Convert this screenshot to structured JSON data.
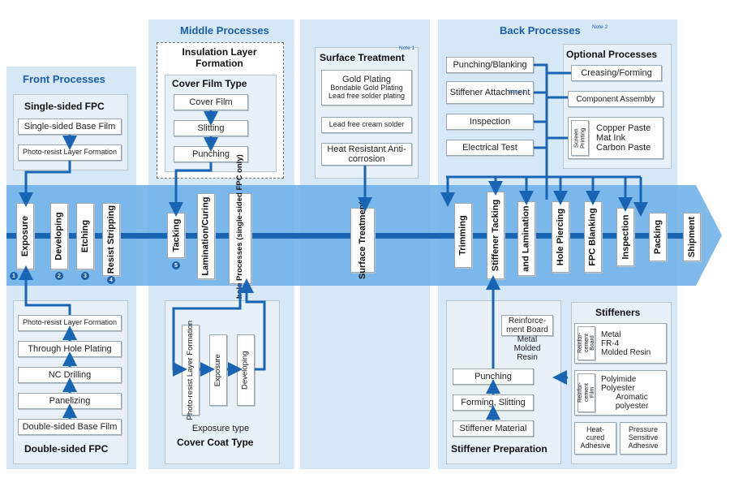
{
  "front": {
    "title": "Front Processes",
    "single_title": "Single-sided FPC",
    "single_steps": [
      "Single-sided Base Film",
      "Photo-resist Layer Formation"
    ],
    "double_title": "Double-sided FPC",
    "double_steps": [
      "Photo-resist Layer Formation",
      "Through Hole Plating",
      "NC Drilling",
      "Panelizing",
      "Double-sided Base Film"
    ],
    "main_steps": [
      "Exposure",
      "Developing",
      "Etching",
      "Resist Stripping"
    ],
    "step_numbers": [
      "1",
      "2",
      "3",
      "4"
    ]
  },
  "middle": {
    "title": "Middle Processes",
    "insulation_title": "Insulation Layer Formation",
    "cover_film_title": "Cover Film Type",
    "cover_film_steps": [
      "Cover Film",
      "Slitting",
      "Punching"
    ],
    "main_steps": [
      "Tacking",
      "Lamination/Curing",
      "Guide-hole Processes (single-sided FPC only)"
    ],
    "tacking_number": "5",
    "exposure_type_label": "Exposure type",
    "cover_coat_title": "Cover Coat Type",
    "cover_coat_steps": [
      "Photo-resist Layer Formation",
      "Exposure",
      "Developing"
    ]
  },
  "surface": {
    "title": "Surface Treatment",
    "note": "Note 1",
    "plating_lines": [
      "Gold Plating",
      "Bondable Gold Plating",
      "Lead free solder plating"
    ],
    "cream_solder": "Lead free cream solder",
    "heat_resistant": "Heat Resistant Anti-corrosion",
    "main_step": "Surface Treatment"
  },
  "back": {
    "title": "Back Processes",
    "note": "Note 2",
    "top_steps": [
      "Punching/Blanking",
      "Stiffener Attachment",
      "Inspection",
      "Electrical Test"
    ],
    "stiffener_note": "Note 3",
    "optional_title": "Optional Processes",
    "optional_steps": [
      "Creasing/Forming",
      "Component Assembly"
    ],
    "screen_printing": "Screen Printing",
    "screen_items": [
      "Copper Paste",
      "Mat Ink",
      "Carbon Paste"
    ],
    "main_steps": [
      "Trimming",
      "Stiffener Tacking",
      "and Lamination",
      "Hole Piercing",
      "FPC Blanking",
      "Inspection",
      "Packing",
      "Shipment"
    ],
    "reinforcement_board": "Reinforce-ment Board",
    "reinforcement_materials": "Metal Molded Resin",
    "prep_steps": [
      "Punching",
      "Forming, Slitting",
      "Stiffener Material"
    ],
    "prep_title": "Stiffener Preparation",
    "stiffeners_title": "Stiffeners",
    "board_label": "Reinfor-cement Board",
    "board_materials": [
      "Metal",
      "FR-4",
      "Molded Resin"
    ],
    "film_label": "Reinfor-cement Film",
    "film_materials": [
      "Polyimide",
      "Polyester",
      "Aromatic polyester"
    ],
    "adhesives": [
      "Heat-cured Adhesive",
      "Pressure Sensitive Adhesive"
    ]
  },
  "colors": {
    "flow_band": "#6aaee8",
    "arrow": "#1a64b4",
    "panel": "#d6e7f5",
    "title": "#1a5ea8"
  }
}
